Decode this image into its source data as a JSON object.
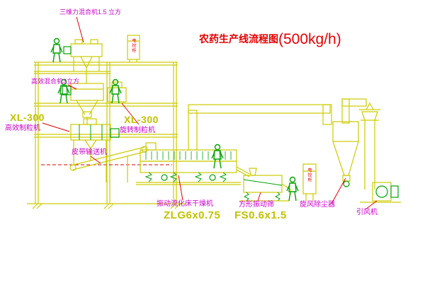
{
  "title": {
    "cn": "农药生产线流程图",
    "capacity": "(500kg/h)"
  },
  "labels": {
    "mixer_top": "三维力混合机1.5 立方",
    "mixer_mid": "高效混合机3立方",
    "granulator_left_model": "XL-300",
    "granulator_left_name": "高效制粒机",
    "granulator_right_model": "XL-300",
    "granulator_right_name": "旋转制粒机",
    "belt_conveyor": "皮带输送机",
    "dryer_name": "振动流化床干燥机",
    "dryer_model": "ZLG6x0.75",
    "screen_name": "方形振动筛",
    "screen_model": "FS0.6x1.5",
    "cyclone_name": "旋风除尘器",
    "fan_name": "引风机",
    "cabinet_text": "电控柜"
  },
  "colors": {
    "line_yellow": "#cccc00",
    "machine_green": "#00a300",
    "label_magenta": "#cc00cc",
    "label_yellow": "#c2c200",
    "accent_red": "#e60000",
    "background": "#ffffff"
  }
}
